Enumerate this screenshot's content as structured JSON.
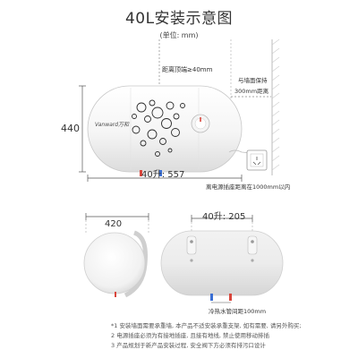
{
  "header": {
    "title": "40L安装示意图",
    "unit": "(单位: mm)"
  },
  "top_view": {
    "brand": "Vanward万和",
    "dim_height": "440",
    "dim_length": "40升: 557",
    "top_clearance": "距离顶端≥40mm",
    "wall_clearance_line1": "与墙面保持",
    "wall_clearance_line2": "300mm距离",
    "socket_distance": "离电源插座距离在1000mm以内"
  },
  "side_view": {
    "dim_diameter": "420"
  },
  "back_view": {
    "dim_bracket": "40升: 205",
    "pipe_spacing": "冷热水管间距100mm"
  },
  "notes": {
    "line1": "*1 安装墙面需要承重墙, 本产品不适安装承重支架, 如有需要, 请另外购买;",
    "line2": "2 电源插座必须为有接地插座, 且接有地线, 禁止使用移动排插",
    "line3": "3 产品规划于新产品安装过程, 安全阀下方必须有排污口设计"
  },
  "colors": {
    "hot": "#d9463c",
    "cold": "#3b6fd4",
    "bubble": "#2d2d2d",
    "body_gray": "#e8e8e8"
  }
}
